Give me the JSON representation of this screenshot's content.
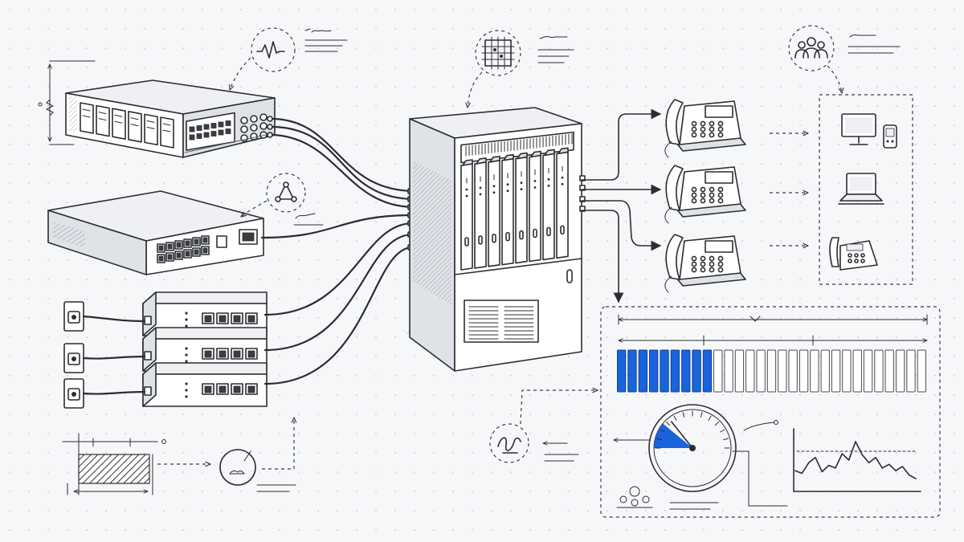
{
  "diagram": {
    "type": "network-sketch",
    "nodes": [
      "rackmount-server",
      "network-switch",
      "wall-jack-1",
      "wall-jack-2",
      "wall-jack-3",
      "poe-switch-1",
      "poe-switch-2",
      "poe-switch-3",
      "central-pbx-cabinet",
      "desk-phone-1",
      "desk-phone-2",
      "desk-phone-3",
      "desktop-computer",
      "mobile-phone",
      "laptop",
      "extension-phone",
      "monitoring-dashboard"
    ],
    "icons": [
      "waveform-icon",
      "grid-icon",
      "users-icon",
      "network-graph-icon",
      "signature-icon",
      "cloud-icon",
      "gauge-icon",
      "line-chart-icon",
      "user-group-icon"
    ],
    "edges": [
      [
        "rackmount-server",
        "central-pbx-cabinet"
      ],
      [
        "network-switch",
        "central-pbx-cabinet"
      ],
      [
        "poe-switch-1",
        "central-pbx-cabinet"
      ],
      [
        "poe-switch-2",
        "central-pbx-cabinet"
      ],
      [
        "poe-switch-3",
        "central-pbx-cabinet"
      ],
      [
        "wall-jack-1",
        "poe-switch-1"
      ],
      [
        "wall-jack-2",
        "poe-switch-2"
      ],
      [
        "wall-jack-3",
        "poe-switch-3"
      ],
      [
        "central-pbx-cabinet",
        "desk-phone-1"
      ],
      [
        "central-pbx-cabinet",
        "desk-phone-2"
      ],
      [
        "central-pbx-cabinet",
        "desk-phone-3"
      ],
      [
        "central-pbx-cabinet",
        "monitoring-dashboard"
      ]
    ],
    "colors": {
      "ink": "#2b2d31",
      "accent": "#1a64db",
      "paper": "#f6f7f9"
    },
    "capacity_meter": {
      "filled": 9,
      "total": 29
    },
    "gauge_level": 0.22,
    "trend_line": [
      0.3,
      0.25,
      0.45,
      0.55,
      0.28,
      0.4,
      0.35,
      0.62,
      0.5,
      0.85,
      0.6,
      0.45,
      0.55,
      0.35,
      0.42,
      0.3,
      0.38,
      0.22,
      0.15
    ]
  }
}
